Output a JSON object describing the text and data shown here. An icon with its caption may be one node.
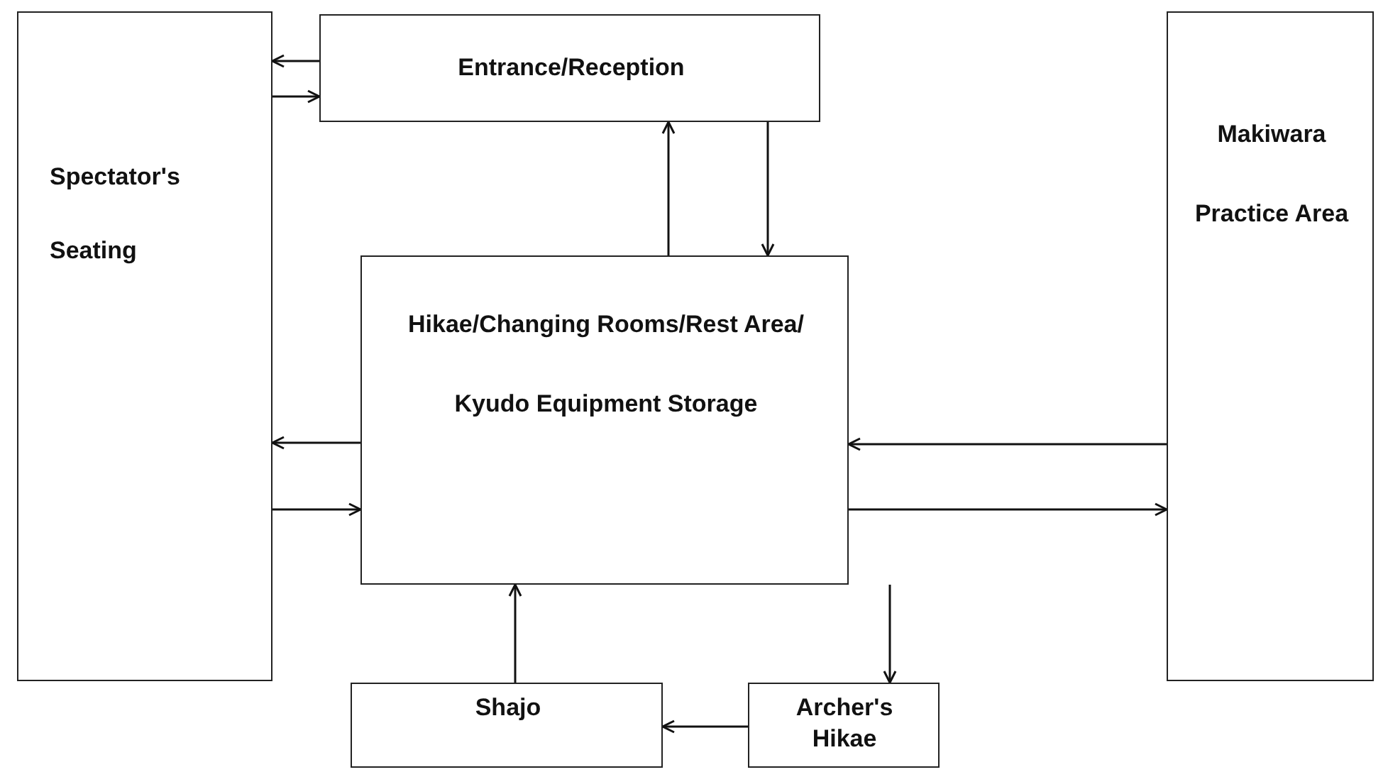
{
  "diagram": {
    "nodes": [
      {
        "text": [
          "Spectator's Seating"
        ]
      },
      {
        "text": [
          "Entrance/Reception"
        ]
      },
      {
        "text": [
          "Hikae/Changing Rooms/Rest Area/ Kyudo Equipment Storage"
        ]
      },
      {
        "text": [
          "Makiwara Practice Area"
        ]
      },
      {
        "text": [
          "Shajo"
        ]
      },
      {
        "text": [
          "Archer's Hikae"
        ]
      }
    ],
    "edges": [
      {
        "from": 1,
        "to": 0,
        "arrow": "to"
      },
      {
        "from": 0,
        "to": 1,
        "arrow": "to"
      },
      {
        "from": 2,
        "to": 1,
        "arrow": "to"
      },
      {
        "from": 1,
        "to": 2,
        "arrow": "to"
      },
      {
        "from": 2,
        "to": 0,
        "arrow": "to"
      },
      {
        "from": 0,
        "to": 2,
        "arrow": "to"
      },
      {
        "from": 3,
        "to": 2,
        "arrow": "to"
      },
      {
        "from": 2,
        "to": 3,
        "arrow": "to"
      },
      {
        "from": 4,
        "to": 2,
        "arrow": "to"
      },
      {
        "from": 2,
        "to": 5,
        "arrow": "to"
      },
      {
        "from": 5,
        "to": 4,
        "arrow": "to"
      }
    ]
  }
}
